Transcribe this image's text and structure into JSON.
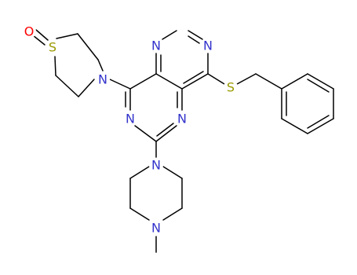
{
  "colors": {
    "background": "#ffffff",
    "bond": "#000000",
    "nitrogen": "#3333cc",
    "sulfur": "#999900",
    "oxygen": "#ff0000"
  },
  "atoms": [
    {
      "id": "O1",
      "label": "O",
      "color_key": "oxygen"
    },
    {
      "id": "S1",
      "label": "S",
      "color_key": "sulfur"
    },
    {
      "id": "N1",
      "label": "N",
      "color_key": "nitrogen"
    },
    {
      "id": "N2",
      "label": "N",
      "color_key": "nitrogen"
    },
    {
      "id": "N3",
      "label": "N",
      "color_key": "nitrogen"
    },
    {
      "id": "N4",
      "label": "N",
      "color_key": "nitrogen"
    },
    {
      "id": "N5",
      "label": "N",
      "color_key": "nitrogen"
    },
    {
      "id": "N6",
      "label": "N",
      "color_key": "nitrogen"
    },
    {
      "id": "N7",
      "label": "N",
      "color_key": "nitrogen"
    },
    {
      "id": "S2",
      "label": "S",
      "color_key": "sulfur"
    }
  ]
}
